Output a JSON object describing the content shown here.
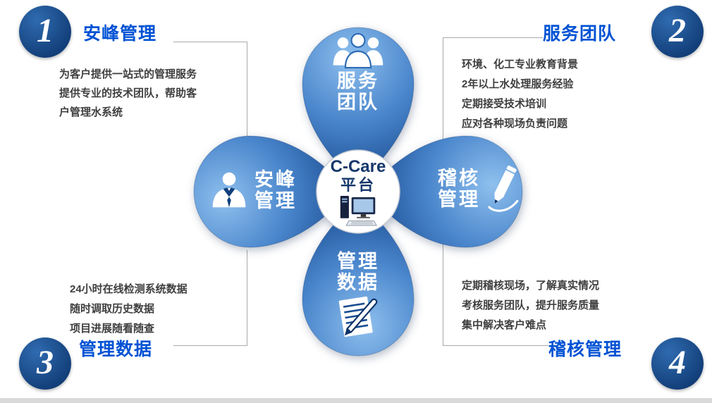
{
  "colors": {
    "heading_blue": "#0052d4",
    "corner_circle_navy": "#153f77",
    "petal_light_blue": "#8fc0ee",
    "petal_dark_blue": "#0d3268",
    "body_text_gray": "#3f3f3f",
    "center_text_navy": "#16376b"
  },
  "center": {
    "title": "C-Care",
    "subtitle": "平台",
    "icon": "computer-icon"
  },
  "petals": {
    "top": {
      "line1": "服务",
      "line2": "团队",
      "icon": "team-icon"
    },
    "left": {
      "line1": "安峰",
      "line2": "管理",
      "icon": "person-icon"
    },
    "right": {
      "line1": "稽核",
      "line2": "管理",
      "icon": "pencil-icon"
    },
    "bottom": {
      "line1": "管理",
      "line2": "数据",
      "icon": "document-pen-icon"
    }
  },
  "corners": {
    "top_left": {
      "number": "1",
      "heading": "安峰管理",
      "lines": [
        "为客户提供一站式的管理服务",
        "提供专业的技术团队，帮助客",
        "户管理水系统"
      ]
    },
    "top_right": {
      "number": "2",
      "heading": "服务团队",
      "lines": [
        "环境、化工专业教育背景",
        "2年以上水处理服务经验",
        "定期接受技术培训",
        "应对各种现场负责问题"
      ]
    },
    "bottom_left": {
      "number": "3",
      "heading": "管理数据",
      "lines": [
        "24小时在线检测系统数据",
        "随时调取历史数据",
        "项目进展随看随查"
      ]
    },
    "bottom_right": {
      "number": "4",
      "heading": "稽核管理",
      "lines": [
        "定期稽核现场，了解真实情况",
        "考核服务团队，提升服务质量",
        "集中解决客户难点"
      ]
    }
  }
}
